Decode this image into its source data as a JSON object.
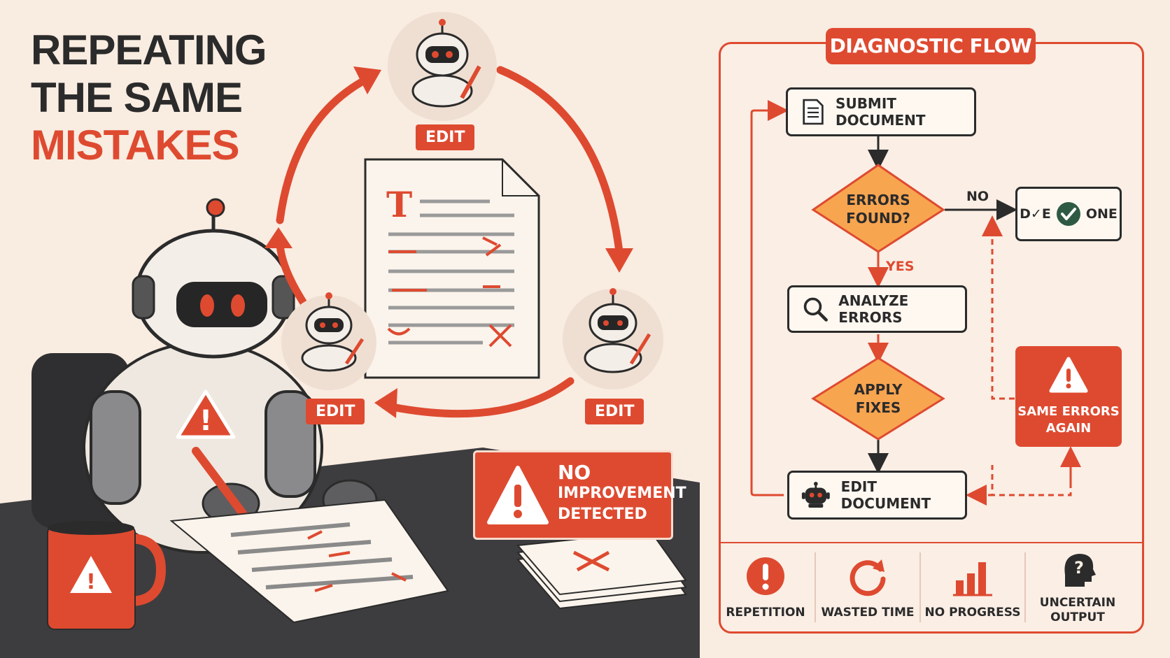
{
  "title": {
    "line1": "REPEATING",
    "line2": "THE SAME",
    "line3": "MISTAKES"
  },
  "cycle": {
    "edit_top": "EDIT",
    "edit_left": "EDIT",
    "edit_right": "EDIT"
  },
  "warning": {
    "line1": "NO",
    "line2": "IMPROVEMENT",
    "line3": "DETECTED"
  },
  "flow": {
    "title": "DIAGNOSTIC FLOW",
    "submit": "SUBMIT DOCUMENT",
    "errors_found_1": "ERRORS",
    "errors_found_2": "FOUND?",
    "no_label": "NO",
    "yes_label": "YES",
    "done_left": "D✓E",
    "done_right": "ONE",
    "analyze": "ANALYZE ERRORS",
    "apply_1": "APPLY",
    "apply_2": "FIXES",
    "edit_doc": "EDIT DOCUMENT",
    "same_1": "SAME ERRORS",
    "same_2": "AGAIN"
  },
  "stats": [
    "REPETITION",
    "WASTED TIME",
    "NO PROGRESS",
    "UNCERTAIN OUTPUT"
  ],
  "colors": {
    "accent": "#de4a30",
    "ink": "#2b2b2b",
    "diamond": "#f8a550",
    "bg": "#f9ece1"
  }
}
